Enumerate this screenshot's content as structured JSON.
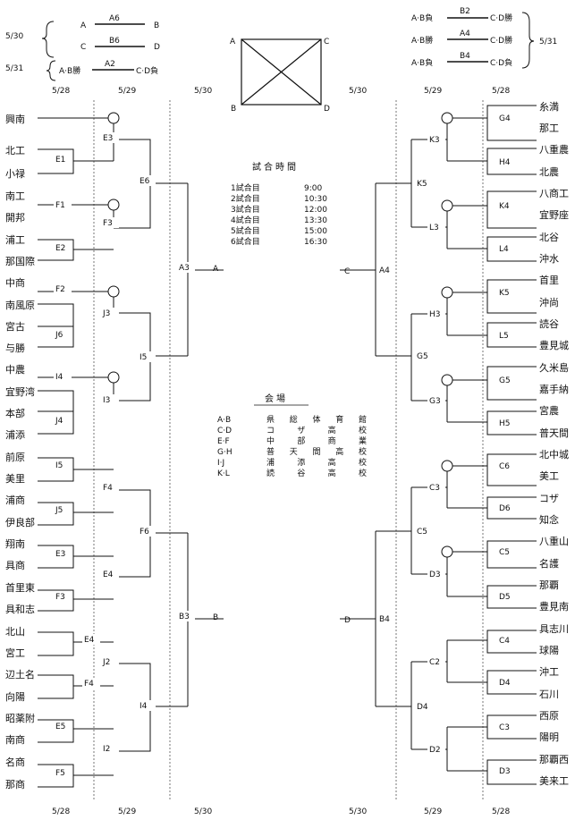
{
  "colors": {
    "line": "#111111",
    "paper": "#ffffff"
  },
  "days_left": [
    "5/28",
    "5/29",
    "5/30"
  ],
  "days_right": [
    "5/30",
    "5/29",
    "5/28"
  ],
  "header_left": {
    "date_a": "5/30",
    "date_b": "5/31",
    "rows": [
      {
        "l": "A",
        "code": "A6",
        "r": "B"
      },
      {
        "l": "C",
        "code": "B6",
        "r": "D"
      }
    ],
    "row31": {
      "l": "A·B勝",
      "code": "A2",
      "r": "C·D負"
    }
  },
  "header_right": {
    "date": "5/31",
    "rows": [
      {
        "l": "A·B負",
        "code": "B2",
        "r": "C·D勝"
      },
      {
        "l": "A·B勝",
        "code": "A4",
        "r": "C·D勝"
      },
      {
        "l": "A·B負",
        "code": "B4",
        "r": "C·D負"
      }
    ]
  },
  "venue_box": {
    "a": "A",
    "b": "B",
    "c": "C",
    "d": "D"
  },
  "schedule": {
    "title": "試合時間",
    "rows": [
      {
        "k": "1試合目",
        "v": "9:00"
      },
      {
        "k": "2試合目",
        "v": "10:30"
      },
      {
        "k": "3試合目",
        "v": "12:00"
      },
      {
        "k": "4試合目",
        "v": "13:30"
      },
      {
        "k": "5試合目",
        "v": "15:00"
      },
      {
        "k": "6試合目",
        "v": "16:30"
      }
    ]
  },
  "venues": {
    "title": "会場",
    "rows": [
      {
        "k": "A·B",
        "v": "県総体育館"
      },
      {
        "k": "C·D",
        "v": "コザ高校"
      },
      {
        "k": "E·F",
        "v": "中部商業"
      },
      {
        "k": "G·H",
        "v": "普天間高校"
      },
      {
        "k": "I·J",
        "v": "浦添高校"
      },
      {
        "k": "K·L",
        "v": "読谷高校"
      }
    ]
  },
  "left_teams": [
    "興南",
    "北工",
    "小禄",
    "南工",
    "開邦",
    "浦工",
    "那国際",
    "中商",
    "南風原",
    "宮古",
    "与勝",
    "中農",
    "宜野湾",
    "本部",
    "浦添",
    "前原",
    "美里",
    "浦商",
    "伊良部",
    "翔南",
    "具商",
    "首里東",
    "具和志",
    "北山",
    "宮工",
    "辺土名",
    "向陽",
    "昭薬附",
    "南商",
    "名商",
    "那商"
  ],
  "right_teams": [
    "糸満",
    "那工",
    "八重農",
    "北農",
    "八商工",
    "宜野座",
    "北谷",
    "沖水",
    "首里",
    "沖尚",
    "読谷",
    "豊見城",
    "久米島",
    "嘉手納",
    "宮農",
    "普天間",
    "北中城",
    "美工",
    "コザ",
    "知念",
    "八重山",
    "名護",
    "那覇",
    "豊見南",
    "具志川",
    "球陽",
    "沖工",
    "石川",
    "西原",
    "陽明",
    "那覇西",
    "美来工"
  ],
  "codes_left": {
    "r1": [
      "E1",
      "F1",
      "E2",
      "F2",
      "J6",
      "I4",
      "J4",
      "I5",
      "J5",
      "E3",
      "F3",
      "E4",
      "F4",
      "E5",
      "F5"
    ],
    "r2": [
      "E3",
      "F3",
      "J3",
      "I3",
      "F4",
      "E4",
      "J2",
      "I2"
    ],
    "r3": [
      "E6",
      "I5",
      "F6",
      "I4"
    ],
    "r4": [
      "A3",
      "B3"
    ],
    "final": [
      "A",
      "B"
    ]
  },
  "codes_right": {
    "r1": [
      "G4",
      "H4",
      "K4",
      "L4",
      "K5",
      "L5",
      "G5",
      "H5",
      "C6",
      "D6",
      "C5",
      "D5",
      "C4",
      "D4",
      "C3",
      "D3"
    ],
    "r2": [
      "K3",
      "L3",
      "H3",
      "G3",
      "C3",
      "D3",
      "C2",
      "D2"
    ],
    "r3": [
      "K5",
      "G5",
      "C5",
      "D4"
    ],
    "r4": [
      "A4",
      "B4"
    ],
    "final": [
      "C",
      "D"
    ]
  }
}
